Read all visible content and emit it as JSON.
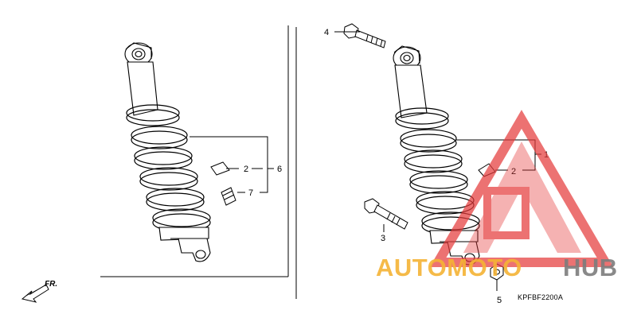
{
  "diagram": {
    "callouts": {
      "left_part2": "2",
      "left_part6": "6",
      "left_part7": "7",
      "right_part1": "1",
      "right_part2": "2",
      "right_part3": "3",
      "right_part4": "4",
      "right_part5": "5"
    },
    "drawing_code": "KPFBF2200A",
    "front_marker": "FR."
  },
  "watermark": {
    "word_orange": "AUTOMOTO",
    "word_gray": "HUB",
    "colors": {
      "orange": "#f5b335",
      "gray": "#7d7d7d",
      "red": "#e53c3c"
    }
  }
}
